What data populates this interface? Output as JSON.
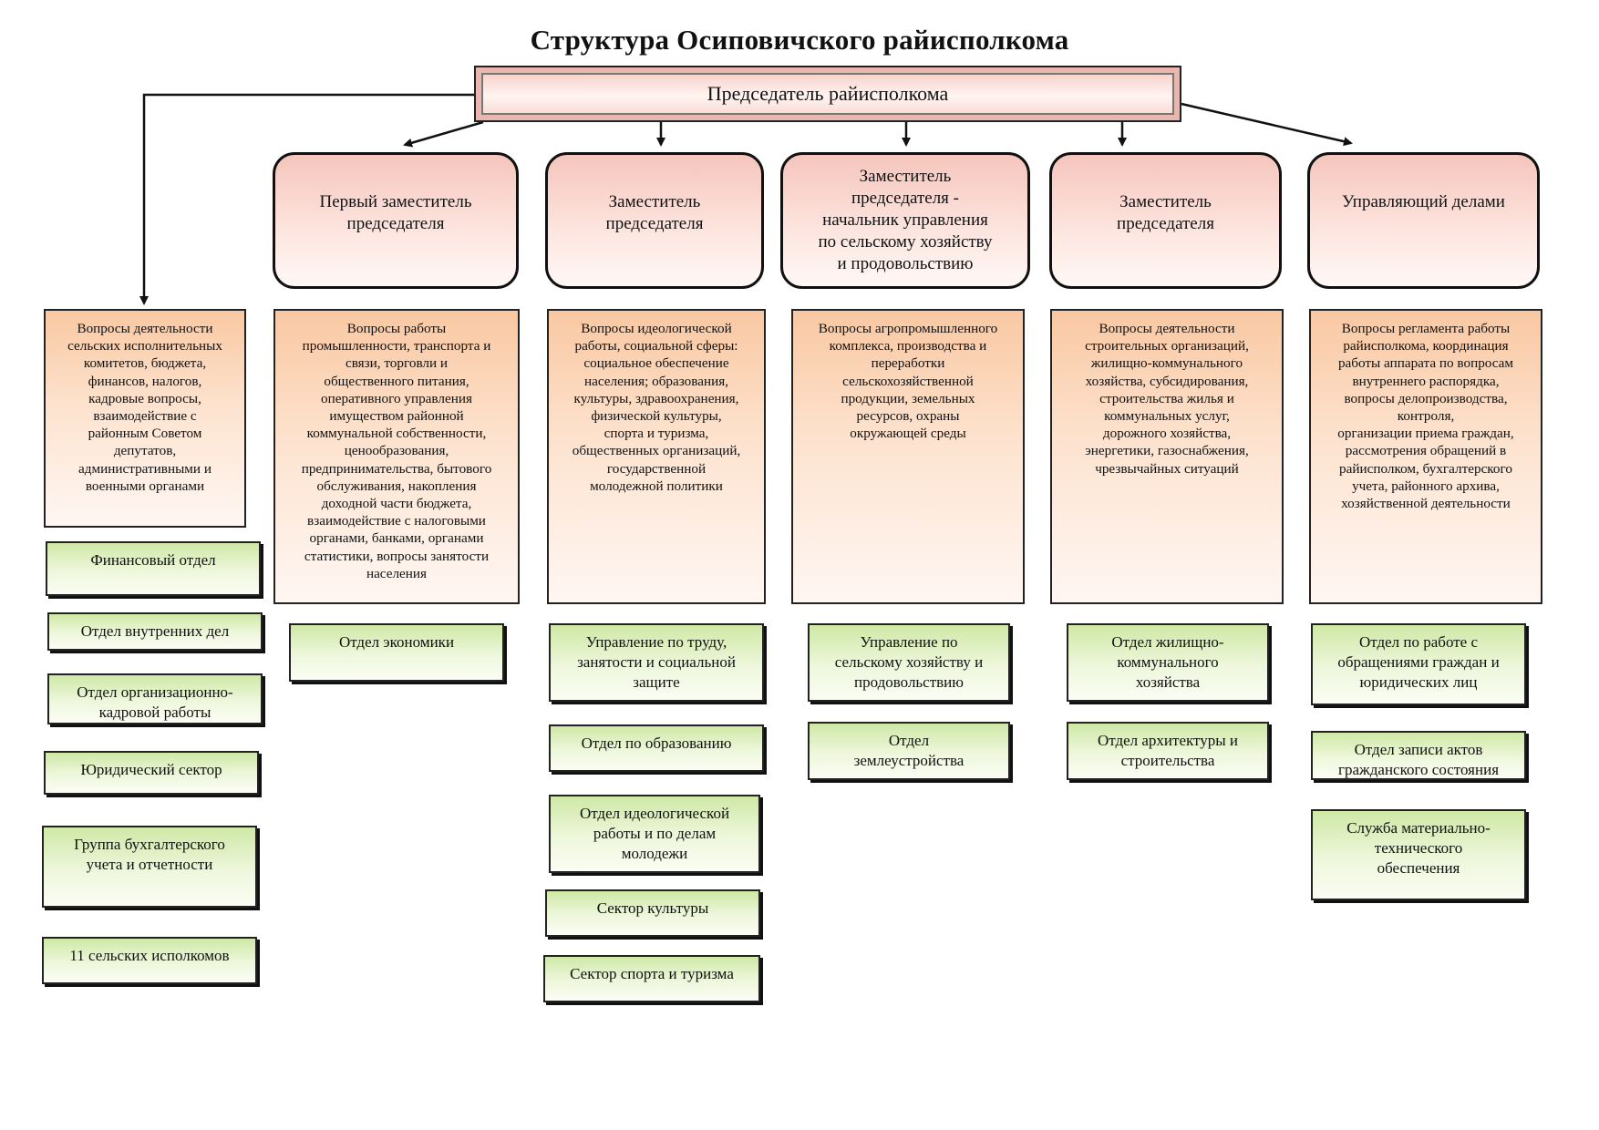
{
  "title": "Структура Осиповичского райисполкома",
  "chairman": "Председатель райисполкома",
  "deputies": [
    "Первый заместитель\nпредседателя",
    "Заместитель\nпредседателя",
    "Заместитель\nпредседателя -\nначальник управления\nпо сельскому хозяйству\nи  продовольствию",
    "Заместитель\nпредседателя",
    "Управляющий делами"
  ],
  "duties": [
    "Вопросы деятельности\nсельских исполнительных\nкомитетов, бюджета,\nфинансов, налогов,\nкадровые вопросы,\nвзаимодействие с\nрайонным Советом\nдепутатов,\nадминистративными и\nвоенными органами",
    "Вопросы работы\nпромышленности, транспорта и\nсвязи, торговли и\nобщественного питания,\nоперативного управления\nимуществом районной\nкоммунальной собственности,\nценообразования,\nпредпринимательства, бытового\nобслуживания, накопления\nдоходной части бюджета,\nвзаимодействие с налоговыми\nорганами, банками, органами\nстатистики, вопросы занятости\nнаселения",
    "Вопросы идеологической\nработы, социальной сферы:\nсоциальное обеспечение\nнаселения; образования,\nкультуры, здравоохранения,\nфизической культуры,\nспорта и туризма,\nобщественных организаций,\nгосударственной\nмолодежной политики",
    "Вопросы агропромышленного\nкомплекса, производства и\nпереработки\nсельскохозяйственной\nпродукции, земельных\nресурсов, охраны\nокружающей среды",
    "Вопросы деятельности\nстроительных организаций,\nжилищно-коммунального\nхозяйства, субсидирования,\nстроительства жилья и\nкоммунальных услуг,\nдорожного хозяйства,\nэнергетики, газоснабжения,\nчрезвычайных ситуаций",
    "Вопросы регламента работы\nрайисполкома, координация\nработы аппарата по вопросам\nвнутреннего распорядка,\nвопросы делопроизводства,\nконтроля,\nорганизации приема граждан,\nрассмотрения обращений в\nрайисполком,  бухгалтерского\nучета, районного архива,\nхозяйственной деятельности"
  ],
  "units": {
    "chairman": [
      "Финансовый отдел",
      "Отдел внутренних дел",
      "Отдел организационно-\nкадровой работы",
      "Юридический сектор",
      "Группа бухгалтерского\nучета и отчетности",
      "11 сельских  исполкомов"
    ],
    "first_deputy": [
      "Отдел экономики"
    ],
    "deputy_social": [
      "Управление по труду,\nзанятости и социальной\nзащите",
      "Отдел по образованию",
      "Отдел идеологической\nработы  и по делам\nмолодежи",
      "Сектор культуры",
      "Сектор спорта и туризма"
    ],
    "deputy_agro": [
      "Управление по\nсельскому хозяйству и\nпродовольствию",
      "Отдел\nземлеустройства"
    ],
    "deputy_construction": [
      "Отдел жилищно-\nкоммунального\nхозяйства",
      "Отдел архитектуры и\nстроительства"
    ],
    "manager": [
      "Отдел по работе с\nобращениями граждан и\nюридических лиц",
      "Отдел записи актов\nгражданского состояния",
      "Служба материально-\nтехнического\nобеспечения"
    ]
  }
}
